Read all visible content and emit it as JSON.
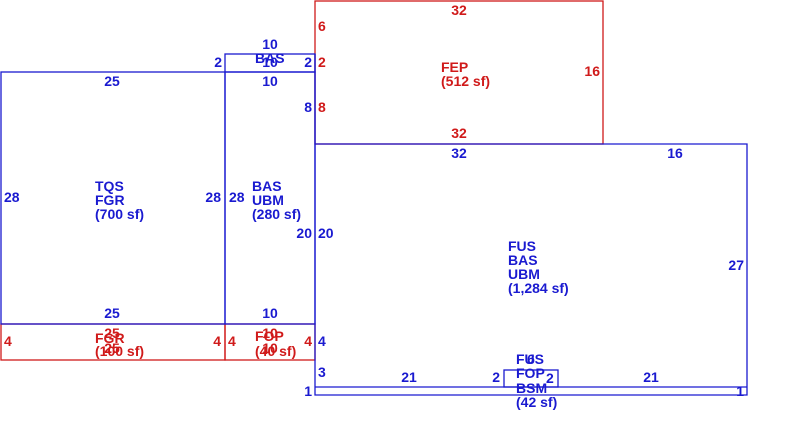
{
  "colors": {
    "blue": "#1a1ad0",
    "red": "#d01a1a"
  },
  "areas": {
    "tqs_fgr": {
      "l1": "TQS",
      "l2": "FGR",
      "l3": "(700 sf)",
      "top": "25",
      "bottom": "25",
      "left": "28",
      "right": "28"
    },
    "fgr_small": {
      "l1": "FGR",
      "l2": "(100 sf)",
      "top": "25",
      "bottom": "25",
      "left": "4",
      "right": "4"
    },
    "bas_small": {
      "l1": "BAS",
      "top": "10",
      "bottom": "10",
      "left": "2",
      "right": "2"
    },
    "bas_ubm": {
      "l1": "BAS",
      "l2": "UBM",
      "l3": "(280 sf)",
      "top": "10",
      "bottom": "10",
      "left": "28",
      "right": "20"
    },
    "fop": {
      "l1": "FOP",
      "l2": "(40 sf)",
      "top": "10",
      "bottom": "10",
      "left": "4",
      "right": "4"
    },
    "fep": {
      "l1": "FEP",
      "l2": "(512 sf)",
      "top": "32",
      "bottom": "32",
      "left_a": "6",
      "left_b": "2",
      "left_c": "8",
      "right": "16"
    },
    "fus_main": {
      "l1": "FUS",
      "l2": "BAS",
      "l3": "UBM",
      "l4": "(1,284 sf)",
      "top_a": "32",
      "top_b": "16",
      "left_a": "8",
      "left_b": "20",
      "left_c": "4",
      "left_d": "3",
      "right": "27"
    },
    "strip": {
      "left": "21",
      "right": "21",
      "end_left": "1",
      "end_right": "1",
      "mid": "2"
    },
    "fus_small": {
      "l1": "FUS",
      "l2": "FOP",
      "l3": "BSM",
      "l4": "(42 sf)",
      "top": "6",
      "side": "2"
    }
  }
}
